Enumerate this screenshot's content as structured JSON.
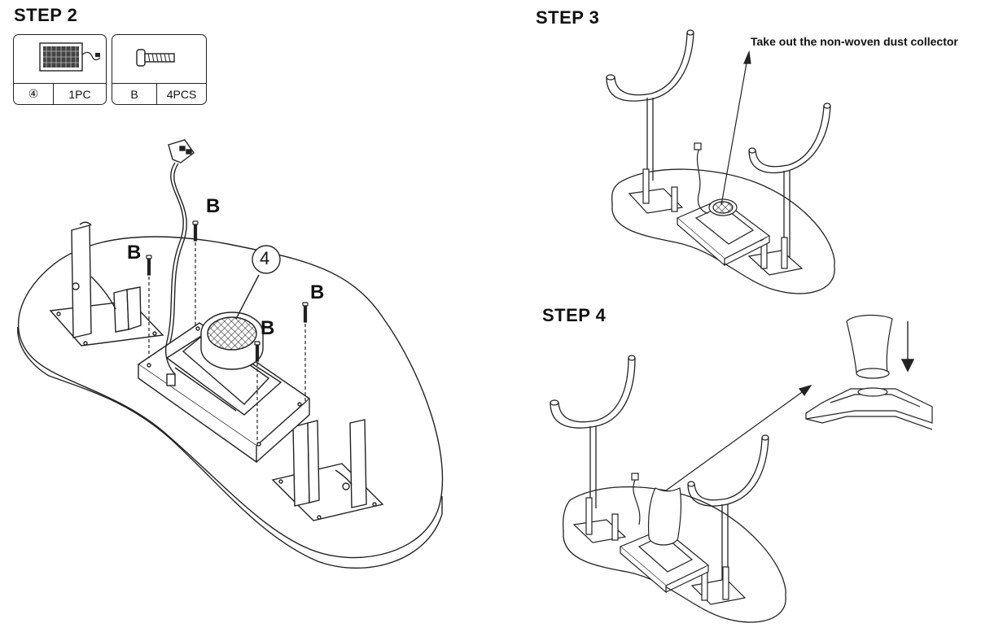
{
  "step2": {
    "title": "STEP 2",
    "parts": [
      {
        "id": "④",
        "qty": "1PC",
        "icon": "filter-module-icon"
      },
      {
        "id": "B",
        "qty": "4PCS",
        "icon": "screw-icon"
      }
    ],
    "part_callout": "4",
    "screw_labels": [
      "B",
      "B",
      "B",
      "B"
    ]
  },
  "step3": {
    "title": "STEP 3",
    "note": "Take out the non-woven dust collector"
  },
  "step4": {
    "title": "STEP 4"
  }
}
